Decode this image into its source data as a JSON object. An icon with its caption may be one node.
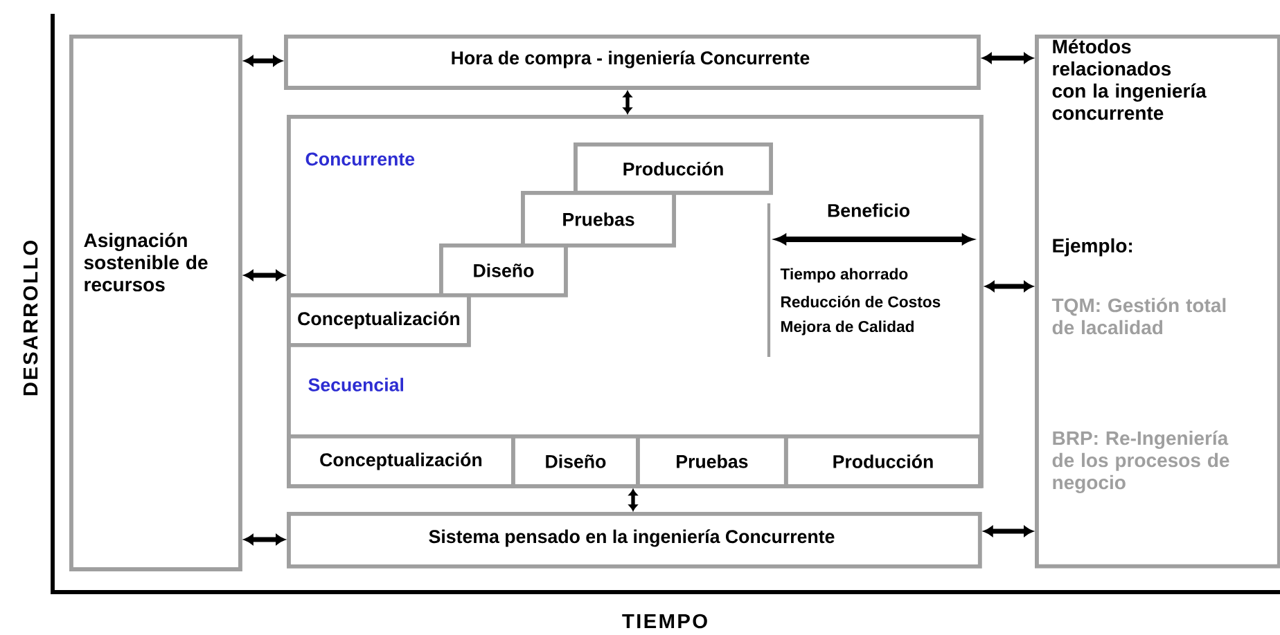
{
  "diagram": {
    "nodes": [
      {
        "text": [
          "Asignación sostenible de recursos"
        ]
      },
      {
        "text": [
          "Hora de compra - ingeniería Concurrente"
        ]
      },
      {
        "text": [
          "Concurrente",
          "Secuencial",
          "Beneficio",
          "Tiempo ahorrado",
          "Reducción de Costos",
          "Mejora de Calidad"
        ]
      },
      {
        "text": [
          "Métodos relacionados con la ingeniería concurrente",
          "Ejemplo:",
          "TQM: Gestión total de lacalidad",
          "BRP: Re-Ingeniería de los procesos de negocio"
        ]
      },
      {
        "text": [
          "Sistema pensado en la ingeniería Concurrente"
        ]
      },
      {
        "text": [
          "Producción"
        ],
        "in": 2
      },
      {
        "text": [
          "Pruebas"
        ],
        "in": 2
      },
      {
        "text": [
          "Diseño"
        ],
        "in": 2
      },
      {
        "text": [
          "Conceptualización"
        ],
        "in": 2
      },
      {
        "text": [
          "Conceptualización"
        ],
        "in": 2
      },
      {
        "text": [
          "Diseño"
        ],
        "in": 2
      },
      {
        "text": [
          "Pruebas"
        ],
        "in": 2
      },
      {
        "text": [
          "Producción"
        ],
        "in": 2
      }
    ],
    "edges": [
      {
        "from": 0,
        "to": 1,
        "arrow": "both"
      },
      {
        "from": 0,
        "to": 2,
        "arrow": "both"
      },
      {
        "from": 0,
        "to": 4,
        "arrow": "both"
      },
      {
        "from": 1,
        "to": 2,
        "arrow": "both"
      },
      {
        "from": 2,
        "to": 4,
        "arrow": "both"
      },
      {
        "from": 1,
        "to": 3,
        "arrow": "both"
      },
      {
        "from": 2,
        "to": 3,
        "arrow": "both"
      },
      {
        "from": 4,
        "to": 3,
        "arrow": "both"
      }
    ],
    "labels": [
      "DESARROLLO",
      "TIEMPO"
    ]
  }
}
